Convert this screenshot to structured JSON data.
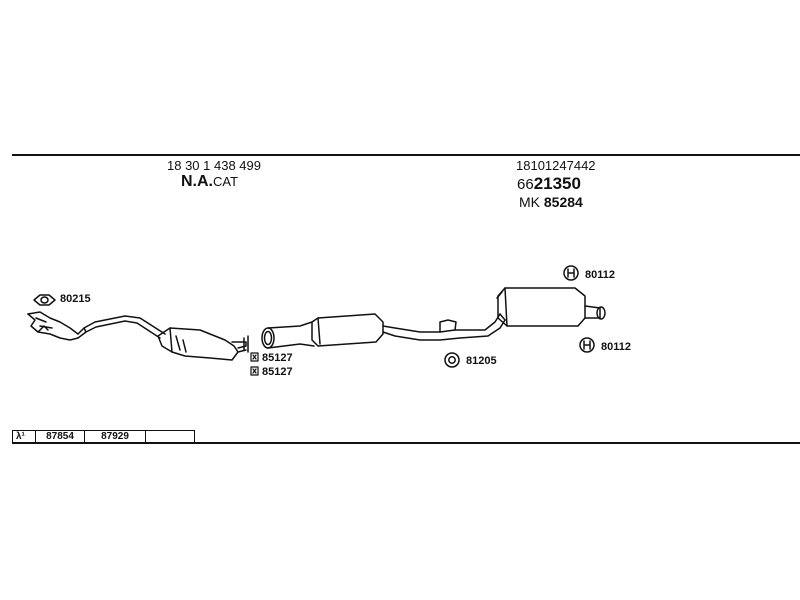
{
  "header": {
    "cat_part_number": "18 30 1 438 499",
    "cat_label_main": "N.A.",
    "cat_label_suffix": "CAT",
    "rear_part_number": "18101247442",
    "rear_code_prefix": "66",
    "rear_code_main": "21350",
    "rear_mk_prefix": "MK",
    "rear_mk_number": "85284"
  },
  "callouts": {
    "manifold_gasket": "80215",
    "flange_bolt_1": "85127",
    "flange_bolt_2": "85127",
    "middle_hanger": "81205",
    "rear_hanger_top": "80112",
    "rear_hanger_bottom": "80112"
  },
  "lambda_table": {
    "symbol": "λ¹",
    "cells": [
      "87854",
      "87929",
      ""
    ]
  },
  "colors": {
    "line": "#111111",
    "background": "#ffffff"
  }
}
